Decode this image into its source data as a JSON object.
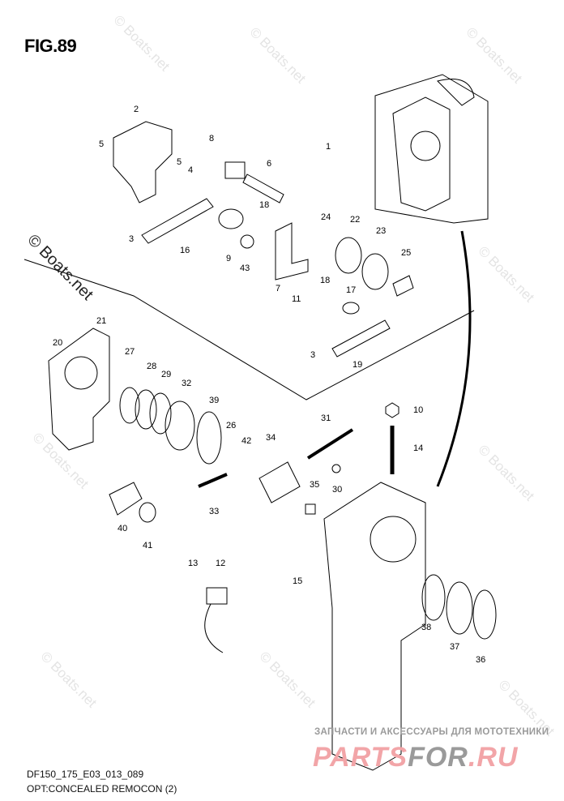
{
  "figure": {
    "title": "FIG.89",
    "code": "DF150_175_E03_013_089",
    "caption": "OPT:CONCEALED REMOCON (2)"
  },
  "watermark": {
    "text": "© Boats.net"
  },
  "advert": {
    "tagline": "ЗАПЧАСТИ И АКСЕССУАРЫ ДЛЯ МОТОТЕХНИКИ",
    "logo_part1": "PARTS",
    "logo_part2": "FOR",
    "logo_part3": ".RU"
  },
  "callouts": [
    "1",
    "2",
    "5",
    "5",
    "4",
    "3",
    "16",
    "8",
    "6",
    "18",
    "24",
    "22",
    "23",
    "25",
    "9",
    "43",
    "7",
    "11",
    "18",
    "17",
    "3",
    "19",
    "21",
    "20",
    "27",
    "28",
    "29",
    "32",
    "39",
    "26",
    "31",
    "10",
    "14",
    "42",
    "34",
    "35",
    "30",
    "40",
    "41",
    "33",
    "13",
    "12",
    "15",
    "38",
    "37",
    "36"
  ]
}
